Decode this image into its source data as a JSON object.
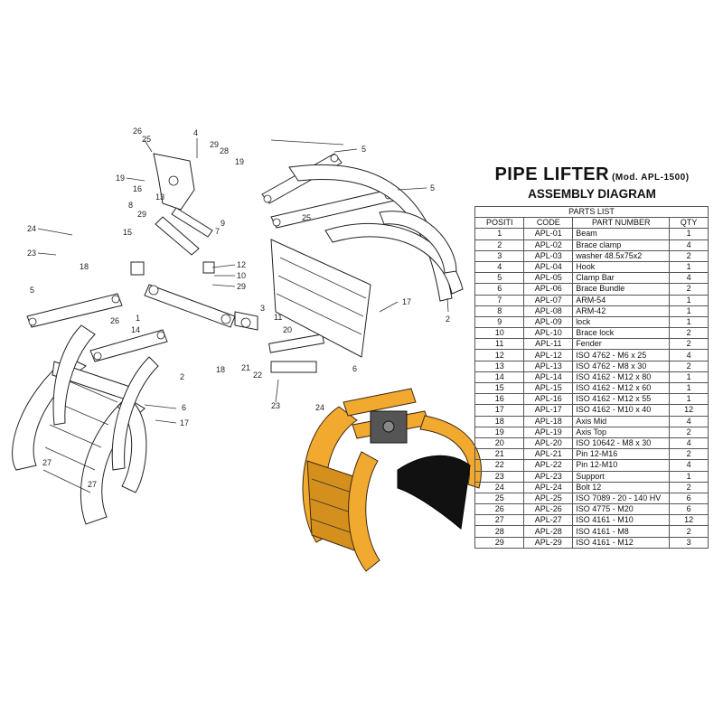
{
  "title": "PIPE LIFTER",
  "model": "(Mod. APL-1500)",
  "subtitle": "ASSEMBLY DIAGRAM",
  "parts_list": {
    "caption": "PARTS LIST",
    "columns": [
      "POSITI",
      "CODE",
      "PART NUMBER",
      "QTY"
    ],
    "rows": [
      [
        "1",
        "APL-01",
        "Beam",
        "1"
      ],
      [
        "2",
        "APL-02",
        "Brace clamp",
        "4"
      ],
      [
        "3",
        "APL-03",
        "washer 48.5x75x2",
        "2"
      ],
      [
        "4",
        "APL-04",
        "Hook",
        "1"
      ],
      [
        "5",
        "APL-05",
        "Clamp Bar",
        "4"
      ],
      [
        "6",
        "APL-06",
        "Brace Bundle",
        "2"
      ],
      [
        "7",
        "APL-07",
        "ARM-54",
        "1"
      ],
      [
        "8",
        "APL-08",
        "ARM-42",
        "1"
      ],
      [
        "9",
        "APL-09",
        "lock",
        "1"
      ],
      [
        "10",
        "APL-10",
        "Brace lock",
        "2"
      ],
      [
        "11",
        "APL-11",
        "Fender",
        "2"
      ],
      [
        "12",
        "APL-12",
        "ISO 4762 - M6 x 25",
        "4"
      ],
      [
        "13",
        "APL-13",
        "ISO 4762 - M8 x 30",
        "2"
      ],
      [
        "14",
        "APL-14",
        "ISO 4162 - M12 x 80",
        "1"
      ],
      [
        "15",
        "APL-15",
        "ISO 4162 - M12 x 60",
        "1"
      ],
      [
        "16",
        "APL-16",
        "ISO 4162 - M12 x 55",
        "1"
      ],
      [
        "17",
        "APL-17",
        "ISO 4162 - M10 x 40",
        "12"
      ],
      [
        "18",
        "APL-18",
        "Axis Mid",
        "4"
      ],
      [
        "19",
        "APL-19",
        "Axis Top",
        "2"
      ],
      [
        "20",
        "APL-20",
        "ISO 10642 - M8 x  30",
        "4"
      ],
      [
        "21",
        "APL-21",
        "Pin 12-M16",
        "2"
      ],
      [
        "22",
        "APL-22",
        "Pin 12-M10",
        "4"
      ],
      [
        "23",
        "APL-23",
        "Support",
        "1"
      ],
      [
        "24",
        "APL-24",
        "Bolt 12",
        "2"
      ],
      [
        "25",
        "APL-25",
        "ISO 7089 - 20 - 140 HV",
        "6"
      ],
      [
        "26",
        "APL-26",
        "ISO 4775 - M20",
        "6"
      ],
      [
        "27",
        "APL-27",
        "ISO 4161 - M10",
        "12"
      ],
      [
        "28",
        "APL-28",
        "ISO 4161 - M8",
        "2"
      ],
      [
        "29",
        "APL-29",
        "ISO 4161 - M12",
        "3"
      ]
    ]
  },
  "callouts": [
    {
      "id": "c26a",
      "text": "26"
    },
    {
      "id": "c25a",
      "text": "25"
    },
    {
      "id": "c4",
      "text": "4"
    },
    {
      "id": "c29a",
      "text": "29"
    },
    {
      "id": "c28",
      "text": "28"
    },
    {
      "id": "c19a",
      "text": "19"
    },
    {
      "id": "c5a",
      "text": "5"
    },
    {
      "id": "c19b",
      "text": "19"
    },
    {
      "id": "c16",
      "text": "16"
    },
    {
      "id": "c13",
      "text": "13"
    },
    {
      "id": "c8",
      "text": "8"
    },
    {
      "id": "c29b",
      "text": "29"
    },
    {
      "id": "c9",
      "text": "9"
    },
    {
      "id": "c7",
      "text": "7"
    },
    {
      "id": "c5b",
      "text": "5"
    },
    {
      "id": "c25b",
      "text": "25"
    },
    {
      "id": "c24a",
      "text": "24"
    },
    {
      "id": "c15",
      "text": "15"
    },
    {
      "id": "c23a",
      "text": "23"
    },
    {
      "id": "c18a",
      "text": "18"
    },
    {
      "id": "c12",
      "text": "12"
    },
    {
      "id": "c10",
      "text": "10"
    },
    {
      "id": "c29c",
      "text": "29"
    },
    {
      "id": "c5c",
      "text": "5"
    },
    {
      "id": "c26b",
      "text": "26"
    },
    {
      "id": "c1",
      "text": "1"
    },
    {
      "id": "c14",
      "text": "14"
    },
    {
      "id": "c3",
      "text": "3"
    },
    {
      "id": "c11",
      "text": "11"
    },
    {
      "id": "c17a",
      "text": "17"
    },
    {
      "id": "c2a",
      "text": "2"
    },
    {
      "id": "c20",
      "text": "20"
    },
    {
      "id": "c21",
      "text": "21"
    },
    {
      "id": "c22",
      "text": "22"
    },
    {
      "id": "c18b",
      "text": "18"
    },
    {
      "id": "c2b",
      "text": "2"
    },
    {
      "id": "c6a",
      "text": "6"
    },
    {
      "id": "c23b",
      "text": "23"
    },
    {
      "id": "c24b",
      "text": "24"
    },
    {
      "id": "c6b",
      "text": "6"
    },
    {
      "id": "c17b",
      "text": "17"
    },
    {
      "id": "c27a",
      "text": "27"
    },
    {
      "id": "c27b",
      "text": "27"
    }
  ],
  "colors": {
    "assembly_fill": "#f2a930",
    "line": "#222222",
    "background": "#ffffff"
  }
}
